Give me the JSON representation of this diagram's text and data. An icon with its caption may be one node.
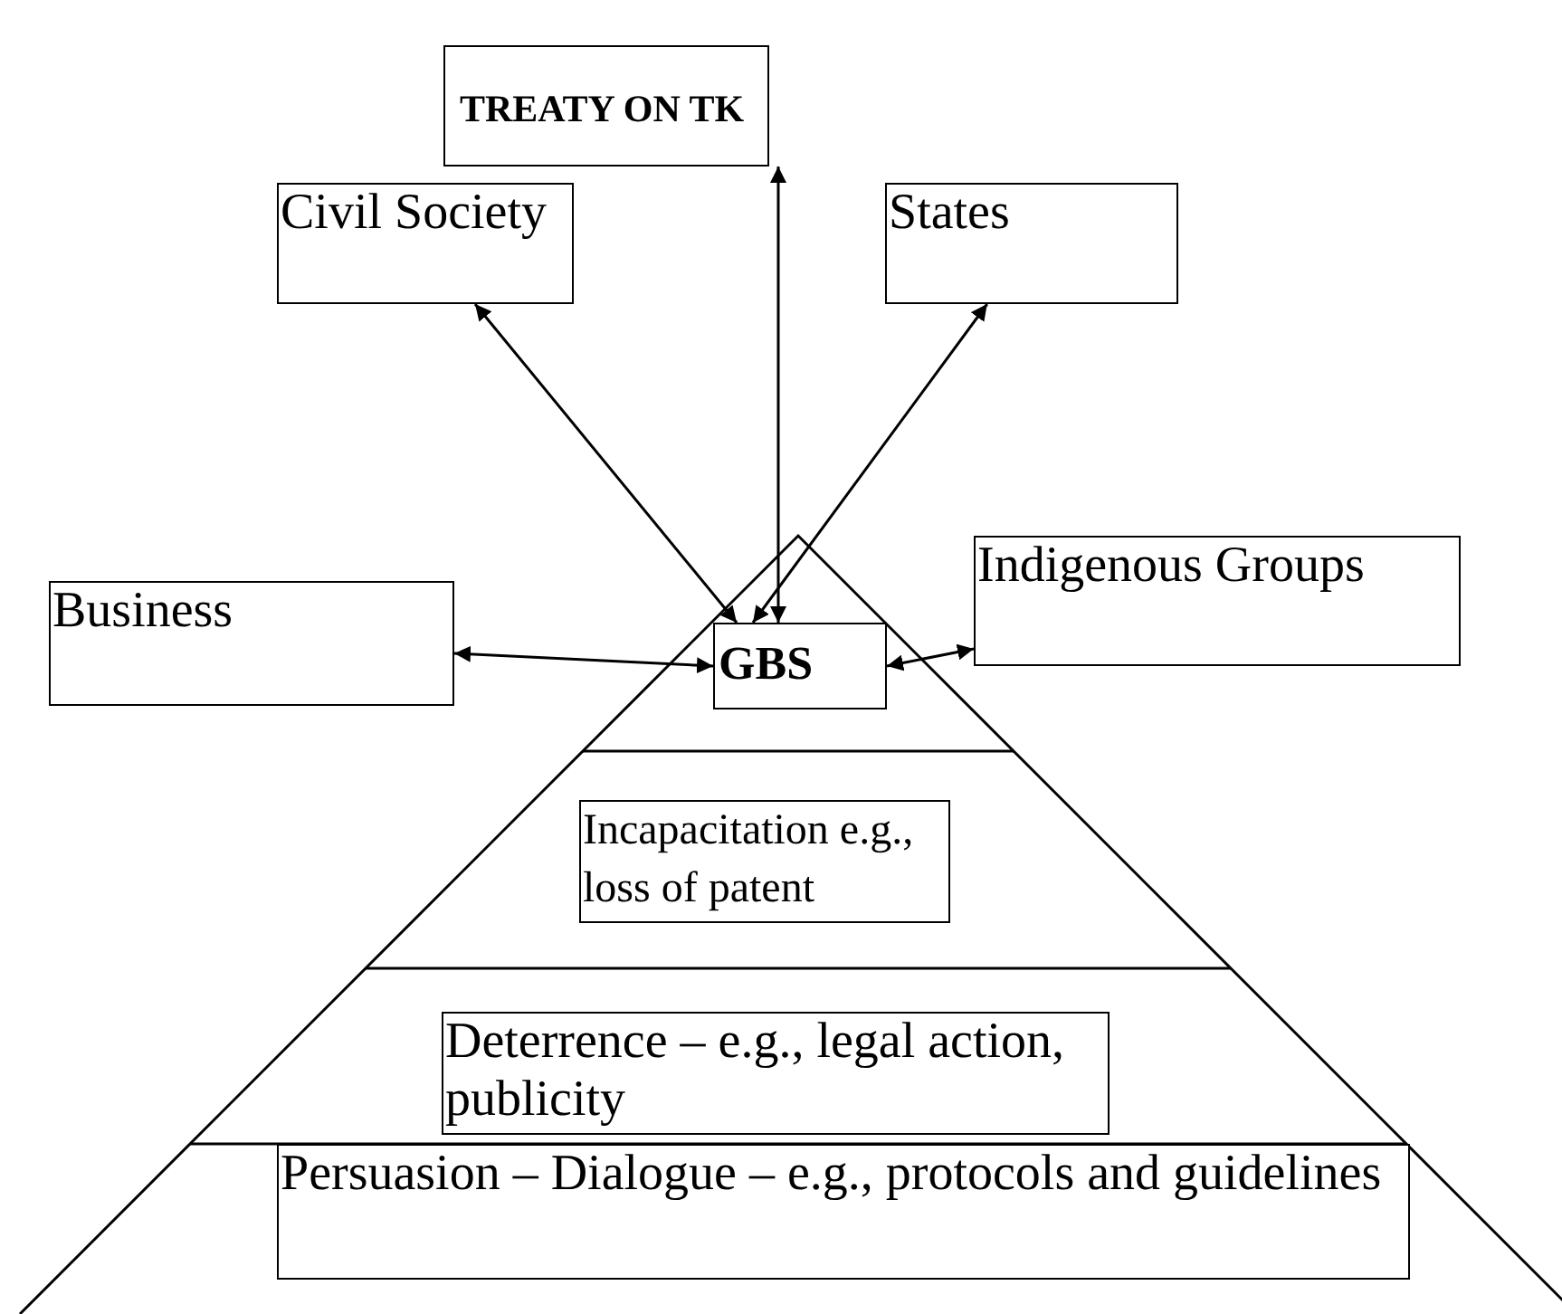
{
  "diagram": {
    "nodes": [
      {
        "text": [
          "TREATY ON TK"
        ]
      },
      {
        "text": [
          "Civil Society"
        ]
      },
      {
        "text": [
          "States"
        ]
      },
      {
        "text": [
          "Business"
        ]
      },
      {
        "text": [
          "GBS"
        ]
      },
      {
        "text": [
          "Indigenous Groups"
        ]
      },
      {
        "text": [
          "Incapacitation e.g., loss of patent"
        ]
      },
      {
        "text": [
          "Deterrence – e.g., legal action, publicity"
        ]
      },
      {
        "text": [
          "Persuasion – Dialogue – e.g., protocols and guidelines"
        ]
      }
    ],
    "edges": [
      {
        "from": 0,
        "to": 4,
        "arrow": "both"
      },
      {
        "from": 1,
        "to": 4,
        "arrow": "both"
      },
      {
        "from": 2,
        "to": 4,
        "arrow": "both"
      },
      {
        "from": 3,
        "to": 4,
        "arrow": "both"
      },
      {
        "from": 5,
        "to": 4,
        "arrow": "both"
      }
    ]
  }
}
